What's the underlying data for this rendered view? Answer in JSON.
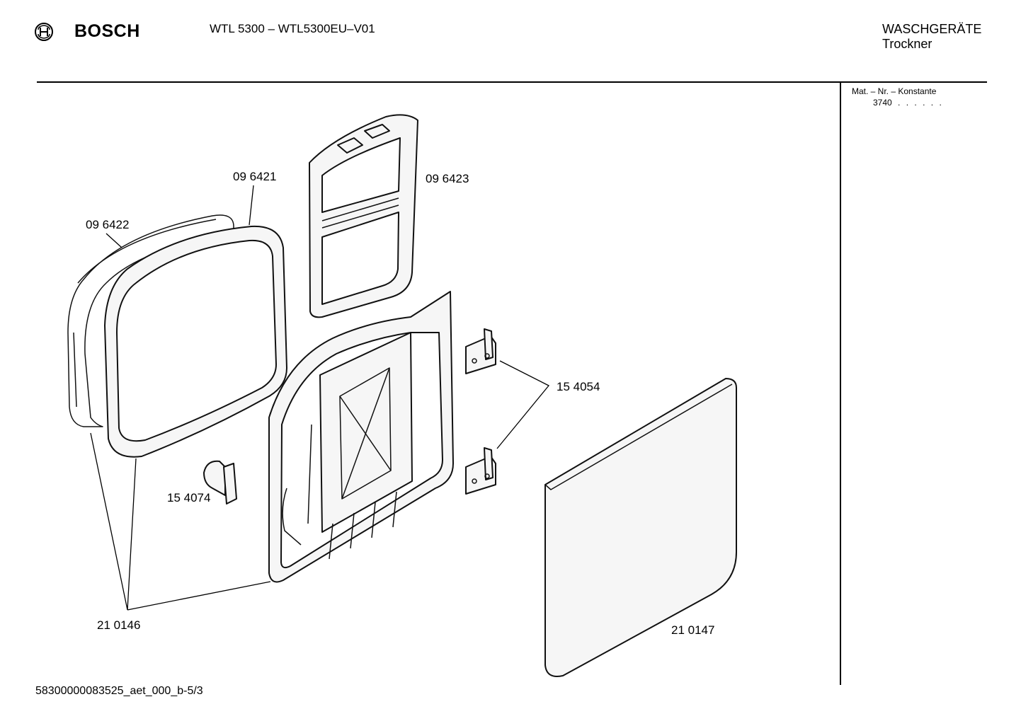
{
  "header": {
    "brand": "BOSCH",
    "model": "WTL 5300 – WTL5300EU–V01",
    "category_line1": "WASCHGERÄTE",
    "category_line2": "Trockner"
  },
  "side_panel": {
    "heading": "Mat. – Nr. – Konstante",
    "value": "3740",
    "dots": [
      ".",
      ".",
      ".",
      ".",
      ".",
      "."
    ]
  },
  "parts": {
    "p096421": "09 6421",
    "p096422": "09 6422",
    "p096423": "09 6423",
    "p154054": "15 4054",
    "p154074": "15 4074",
    "p210146": "21 0146",
    "p210147": "21 0147"
  },
  "footer": "58300000083525_aet_000_b-5/3",
  "icons": {
    "logo": "bosch-logo-icon"
  }
}
